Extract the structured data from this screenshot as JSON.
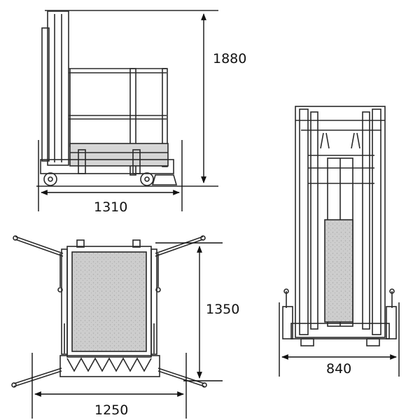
{
  "drawing": {
    "side_view": {
      "height_label": "1880",
      "length_label": "1310"
    },
    "top_view": {
      "depth_label": "1350",
      "width_label": "1250"
    },
    "front_view": {
      "width_label": "840"
    }
  },
  "colors": {
    "line": "#2a2a2a",
    "panel_fill": "#c8c8c8",
    "background": "#ffffff"
  }
}
